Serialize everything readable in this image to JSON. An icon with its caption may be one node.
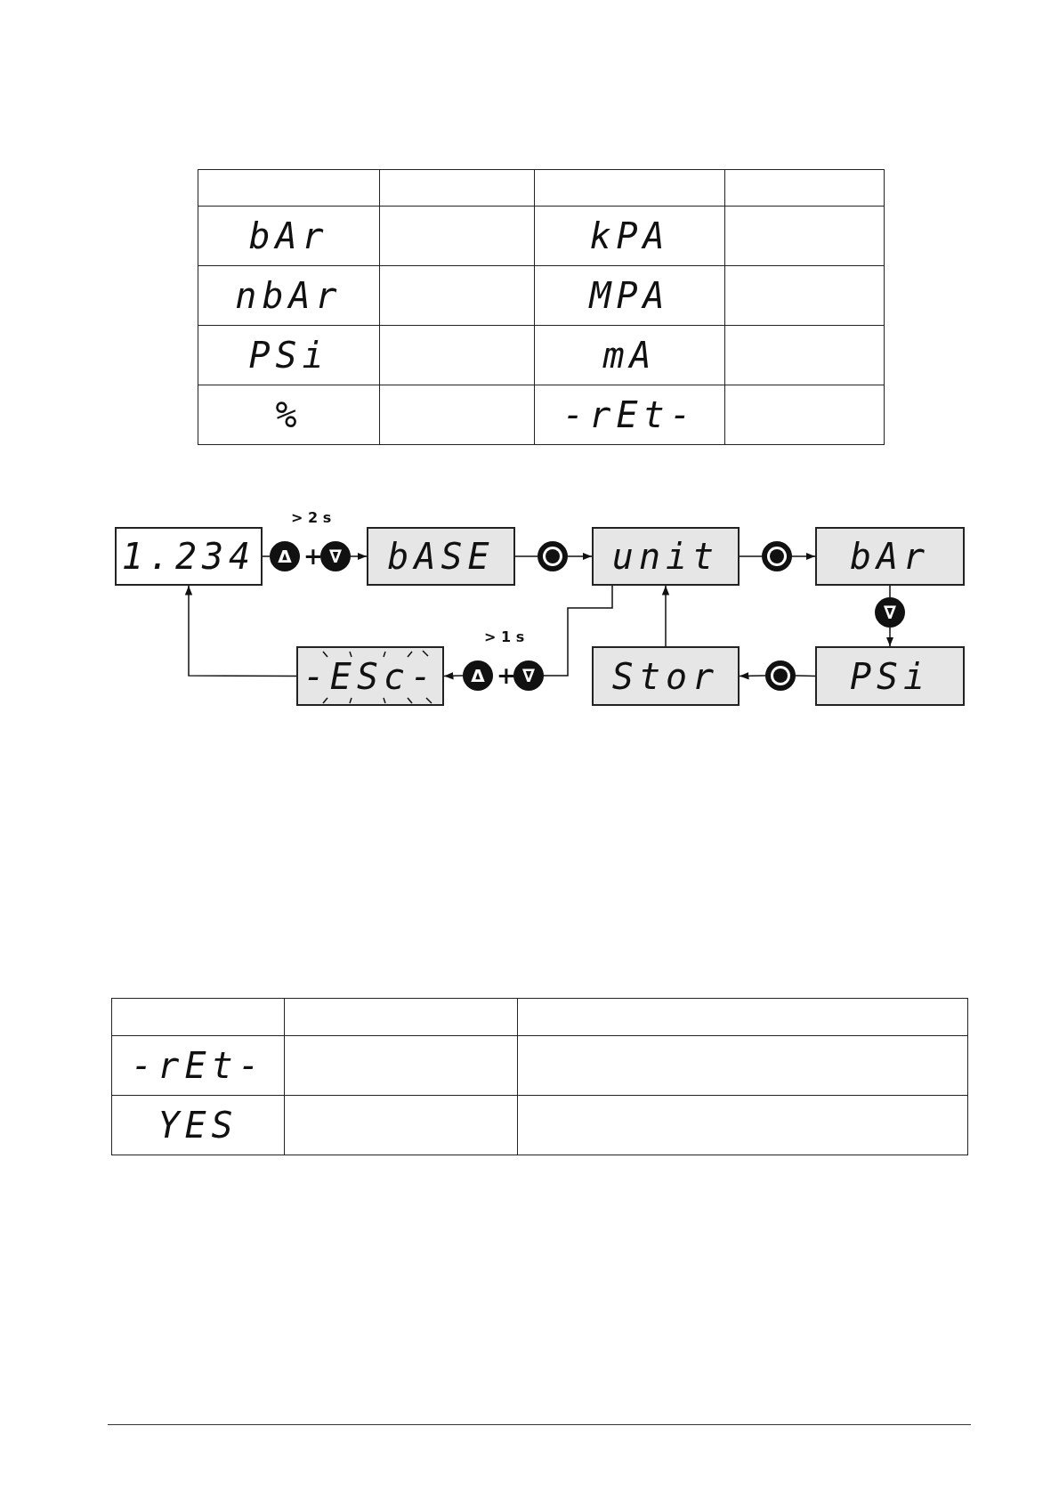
{
  "diagram": {
    "nodes": [
      {
        "text": [
          "1.234"
        ]
      },
      {
        "text": [
          "Δ"
        ],
        "beside": [
          "> 2 s"
        ]
      },
      {
        "text": [
          "∇"
        ]
      },
      {
        "text": [
          "bASE"
        ]
      },
      {
        "text": [],
        "shape": "circle"
      },
      {
        "text": [
          "unit"
        ]
      },
      {
        "text": [],
        "shape": "circle"
      },
      {
        "text": [
          "bAr"
        ]
      },
      {
        "text": [
          "∇"
        ]
      },
      {
        "text": [
          "-ESc-"
        ]
      },
      {
        "text": [
          "Δ"
        ],
        "beside": [
          "> 1 s"
        ]
      },
      {
        "text": [
          "∇"
        ]
      },
      {
        "text": [
          "Stor"
        ]
      },
      {
        "text": [],
        "shape": "circle"
      },
      {
        "text": [
          "PSi"
        ]
      }
    ],
    "edges": [
      {
        "from": 0,
        "to": 1,
        "arrow": "none"
      },
      {
        "from": 2,
        "to": 3,
        "arrow": "to"
      },
      {
        "from": 3,
        "to": 4,
        "arrow": "none"
      },
      {
        "from": 4,
        "to": 5,
        "arrow": "to"
      },
      {
        "from": 5,
        "to": 6,
        "arrow": "none"
      },
      {
        "from": 6,
        "to": 7,
        "arrow": "to"
      },
      {
        "from": 7,
        "to": 8,
        "arrow": "none"
      },
      {
        "from": 8,
        "to": 14,
        "arrow": "to"
      },
      {
        "from": 14,
        "to": 13,
        "arrow": "none"
      },
      {
        "from": 13,
        "to": 12,
        "arrow": "to"
      },
      {
        "from": 12,
        "to": 5,
        "arrow": "to"
      },
      {
        "from": 5,
        "to": 11,
        "arrow": "none"
      },
      {
        "from": 10,
        "to": 9,
        "arrow": "to"
      },
      {
        "from": 9,
        "to": 0,
        "arrow": "to"
      }
    ],
    "labels": [
      "bAr",
      "kPA",
      "nbAr",
      "MPA",
      "PSi",
      "mA",
      "%",
      "-rEt-",
      "+",
      "+",
      "-rEt-",
      "YES"
    ]
  }
}
